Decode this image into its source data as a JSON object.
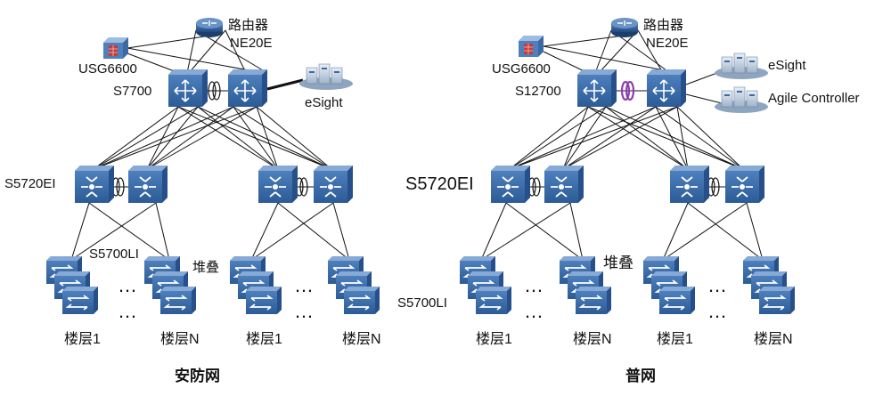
{
  "diagrams": [
    {
      "title": "安防网",
      "router": {
        "name": "路由器",
        "model": "NE20E"
      },
      "firewall": "USG6600",
      "core": "S7700",
      "mgmt": [
        "eSight"
      ],
      "agg": "S5720EI",
      "access": "S5700LI",
      "stack": "堆叠",
      "floors": [
        "楼层1",
        "楼层N",
        "楼层1",
        "楼层N"
      ]
    },
    {
      "title": "普网",
      "router": {
        "name": "路由器",
        "model": "NE20E"
      },
      "firewall": "USG6600",
      "core": "S12700",
      "mgmt": [
        "eSight",
        "Agile Controller"
      ],
      "agg": "S5720EI",
      "access": "S5700LI",
      "stack": "堆叠",
      "floors": [
        "楼层1",
        "楼层N",
        "楼层1",
        "楼层N"
      ]
    }
  ],
  "ellipsis": "…",
  "colors": {
    "switch_face": "#3b6da8",
    "switch_side": "#27508a",
    "switch_top": "#6f97c8",
    "router": "#2a5b92",
    "firewall": "#b44848",
    "stack_link_core_right": "#8d3fb0",
    "line": "#111111"
  },
  "icons": [
    "router-icon",
    "firewall-icon",
    "core-switch-icon",
    "aggregation-switch-icon",
    "access-switch-icon",
    "server-icon",
    "stack-link-icon"
  ]
}
